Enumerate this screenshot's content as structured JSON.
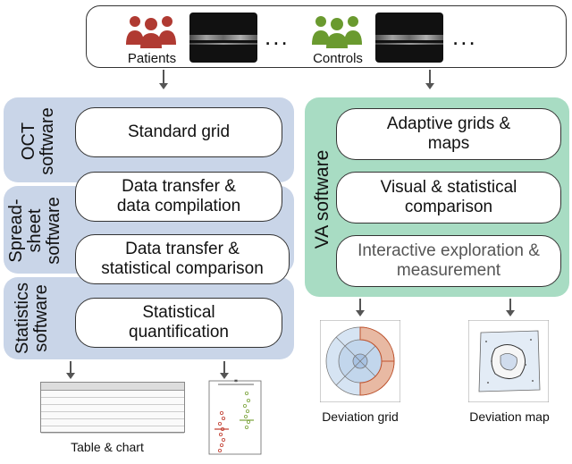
{
  "top": {
    "patients_label": "Patients",
    "controls_label": "Controls",
    "dots": "...",
    "colors": {
      "patients": "#b03a32",
      "controls": "#6a9a2f"
    }
  },
  "left": {
    "oct_label": "OCT\nsoftware",
    "spreadsheet_label": "Spread-\nsheet\nsoftware",
    "statistics_label": "Statistics\nsoftware",
    "boxes": {
      "standard_grid": "Standard grid",
      "data_compilation": "Data transfer &\ndata compilation",
      "statistical_comparison": "Data transfer &\nstatistical comparison",
      "statistical_quantification": "Statistical\nquantification"
    },
    "output_caption": "Table & chart"
  },
  "right": {
    "va_label": "VA software",
    "boxes": {
      "adaptive_grids": "Adaptive grids &\nmaps",
      "visual_comparison": "Visual & statistical\ncomparison",
      "interactive_exploration": "Interactive exploration &\nmeasurement"
    },
    "deviation_grid_caption": "Deviation grid",
    "deviation_map_caption": "Deviation map"
  },
  "colors": {
    "blue_panel": "#c9d5e8",
    "green_panel": "#a8dcc3"
  }
}
